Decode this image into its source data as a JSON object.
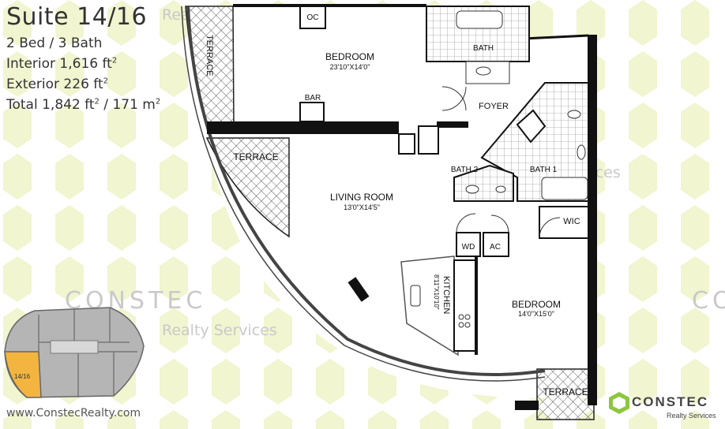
{
  "header": {
    "suite_title": "Suite 14/16",
    "bed_bath": "2 Bed / 3 Bath",
    "interior_label": "Interior 1,616 ft",
    "exterior_label": "Exterior 226 ft",
    "total_label": "Total 1,842 ft",
    "total_metric": " / 171 m",
    "superscript": "2"
  },
  "watermarks": {
    "brand": "CONSTEC",
    "sub": "Realty Services"
  },
  "rooms": {
    "bedroom1_name": "BEDROOM",
    "bedroom1_size": "23'10\"X14'0\"",
    "oc": "OC",
    "bath_top": "BATH",
    "bar": "BAR",
    "foyer": "FOYER",
    "terrace_top": "TERRACE",
    "terrace_left": "TERRACE",
    "terrace_bottom": "TERRACE",
    "bath2": "BATH 2",
    "bath1": "BATH 1",
    "living_name": "LIVING ROOM",
    "living_size": "13'0\"X14'5\"",
    "wic": "WIC",
    "wd": "WD",
    "ac": "AC",
    "kitchen_name": "KITCHEN",
    "kitchen_size": "8'11\"X10'10\"",
    "bedroom2_name": "BEDROOM",
    "bedroom2_size": "14'0\"X15'0\""
  },
  "key_plan": {
    "unit_label": "14/16",
    "highlight_color": "#f3b53f"
  },
  "footer": {
    "website": "www.ConstecRealty.com",
    "logo_brand": "CONSTEC",
    "logo_sub": "Realty Services"
  },
  "colors": {
    "pattern": "#f1f5d0",
    "wall": "#111111",
    "accent_green": "#8dc63f"
  }
}
